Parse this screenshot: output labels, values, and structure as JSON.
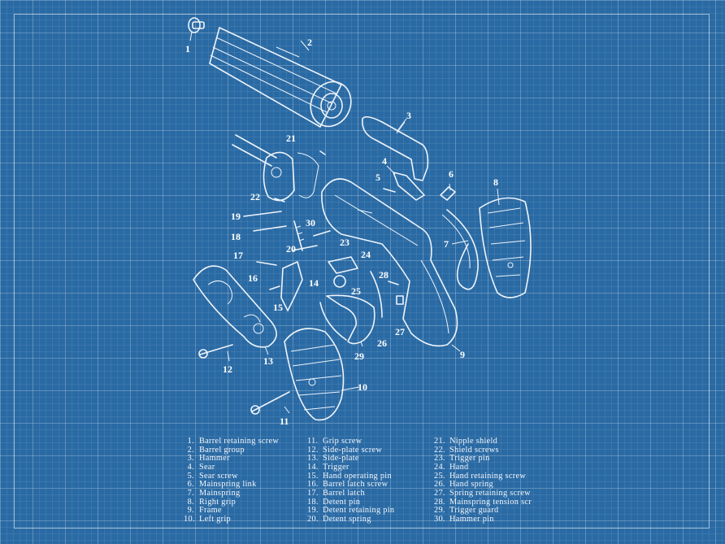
{
  "colors": {
    "background": "#2a6aa4",
    "line": "#eef4fb"
  },
  "callouts": [
    "1",
    "2",
    "3",
    "4",
    "5",
    "6",
    "7",
    "8",
    "9",
    "10",
    "11",
    "12",
    "13",
    "14",
    "15",
    "16",
    "17",
    "18",
    "19",
    "20",
    "21",
    "22",
    "23",
    "24",
    "25",
    "26",
    "27",
    "28",
    "29",
    "30"
  ],
  "legend": {
    "columns": [
      [
        {
          "n": "1.",
          "label": "Barrel retaining screw"
        },
        {
          "n": "2.",
          "label": "Barrel group"
        },
        {
          "n": "3.",
          "label": "Hammer"
        },
        {
          "n": "4.",
          "label": "Sear"
        },
        {
          "n": "5.",
          "label": "Sear screw"
        },
        {
          "n": "6.",
          "label": "Mainspring link"
        },
        {
          "n": "7.",
          "label": "Mainspring"
        },
        {
          "n": "8.",
          "label": "Right grip"
        },
        {
          "n": "9.",
          "label": "Frame"
        },
        {
          "n": "10.",
          "label": "Left grip"
        }
      ],
      [
        {
          "n": "11.",
          "label": "Grip screw"
        },
        {
          "n": "12.",
          "label": "Side-plate screw"
        },
        {
          "n": "13.",
          "label": "Side-plate"
        },
        {
          "n": "14.",
          "label": "Trigger"
        },
        {
          "n": "15.",
          "label": "Hand operating pin"
        },
        {
          "n": "16.",
          "label": "Barrel latch screw"
        },
        {
          "n": "17.",
          "label": "Barrel latch"
        },
        {
          "n": "18.",
          "label": "Detent pin"
        },
        {
          "n": "19.",
          "label": "Detent retaining pin"
        },
        {
          "n": "20.",
          "label": "Detent spring"
        }
      ],
      [
        {
          "n": "21.",
          "label": "Nipple shield"
        },
        {
          "n": "22.",
          "label": "Shield screws"
        },
        {
          "n": "23.",
          "label": "Trigger pin"
        },
        {
          "n": "24.",
          "label": "Hand"
        },
        {
          "n": "25.",
          "label": "Hand retaining screw"
        },
        {
          "n": "26.",
          "label": "Hand spring"
        },
        {
          "n": "27.",
          "label": "Spring retaining screw"
        },
        {
          "n": "28.",
          "label": "Mainspring tension scr"
        },
        {
          "n": "29.",
          "label": "Trigger guard"
        },
        {
          "n": "30.",
          "label": "Hammer pin"
        }
      ]
    ]
  }
}
